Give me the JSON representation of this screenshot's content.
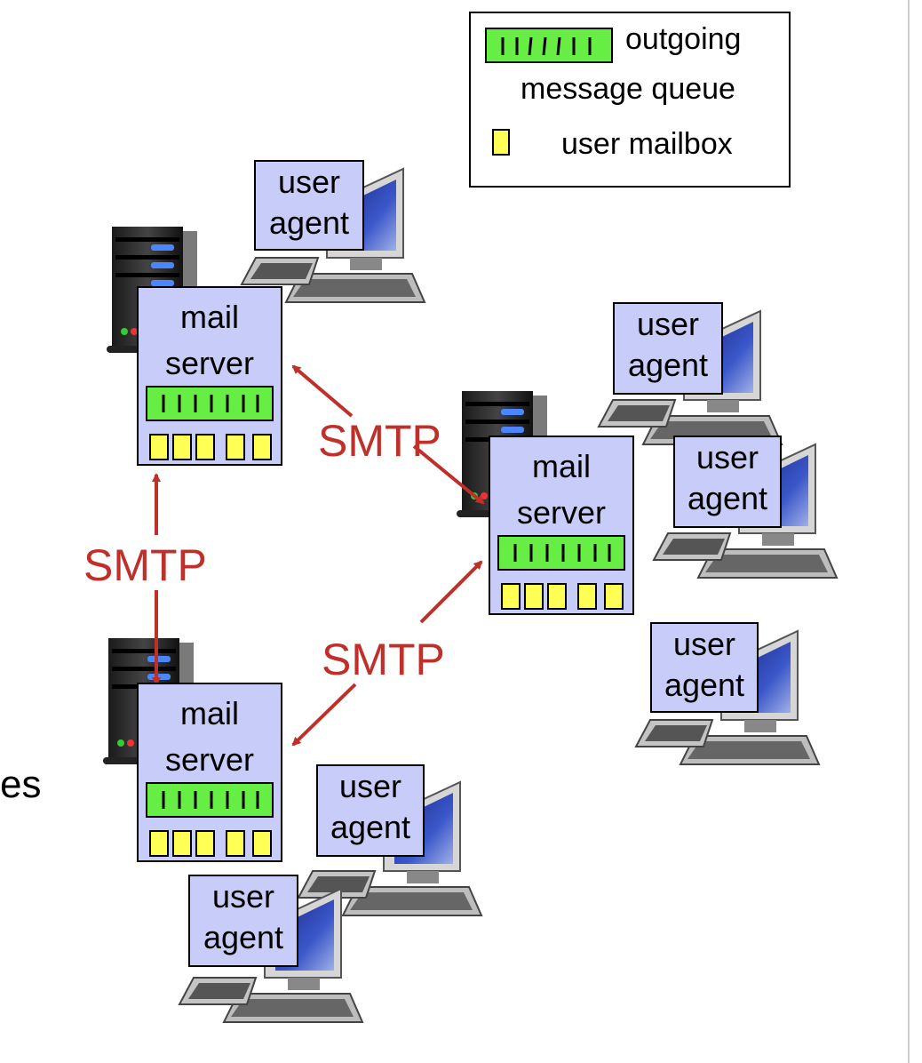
{
  "legend": {
    "queue_label_line1": "outgoing",
    "queue_label_line2": "message queue",
    "mailbox_label": "user mailbox"
  },
  "colors": {
    "queue": "#66ee44",
    "mailbox": "#ffff55",
    "box_fill": "#c8ccf8",
    "arrow": "#c0302a"
  },
  "icons": [
    "server-tower-icon",
    "desktop-computer-icon",
    "queue-icon",
    "mailbox-icon"
  ],
  "user_agent": {
    "line1": "user",
    "line2": "agent"
  },
  "mail_server": {
    "line1": "mail",
    "line2": "server"
  },
  "protocol_label": "SMTP",
  "side_text": "es"
}
